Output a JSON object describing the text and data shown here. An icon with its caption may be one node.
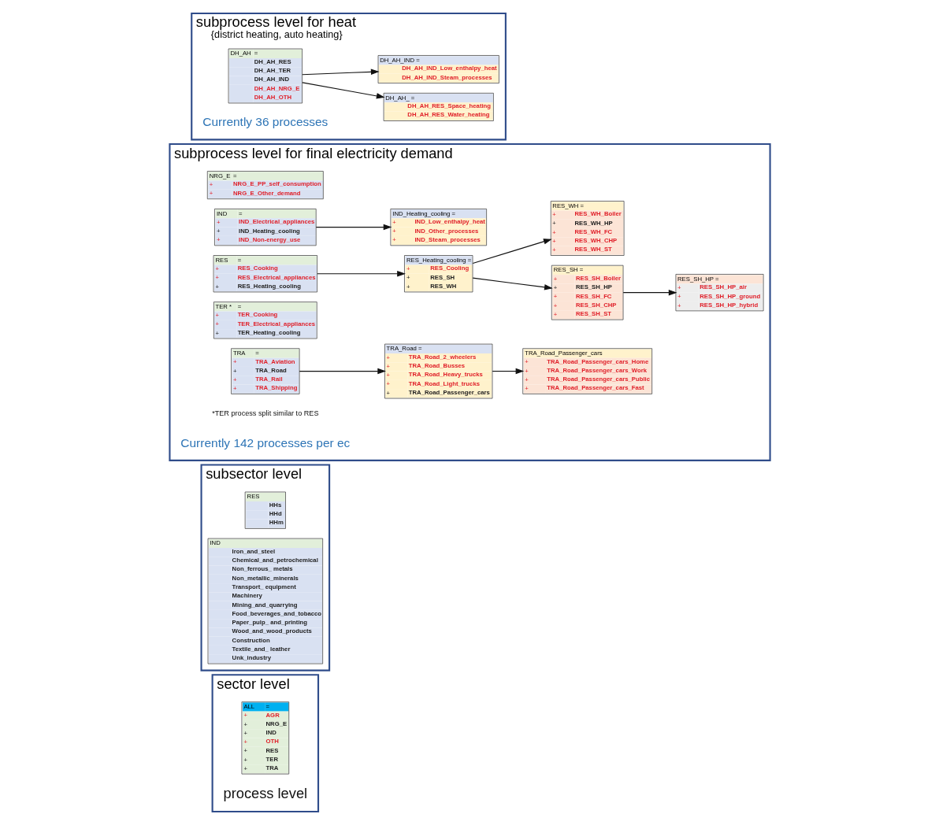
{
  "diagram": {
    "nodes": [
      {
        "text": [
          "sector level"
        ]
      },
      {
        "text": [
          "ALL",
          "=",
          "+",
          "AGR",
          "+",
          "NRG_E",
          "+",
          "IND",
          "+",
          "OTH",
          "+",
          "RES",
          "+",
          "TER",
          "+",
          "TRA"
        ],
        "in": 0
      },
      {
        "text": [
          "subsector level"
        ]
      },
      {
        "text": [
          "RES",
          "HHs",
          "HHd",
          "HHm"
        ],
        "in": 2
      },
      {
        "text": [
          "IND",
          "Iron_and_steel",
          "Chemical_and_petrochemical",
          "Non_ferrous_ metals",
          "Non_metallic_minerals",
          "Transport_ equipment",
          "Machinery",
          "Mining_and_quarrying",
          "Food_beverages_and_tobacco",
          "Paper_pulp_ and_printing",
          "Wood_and_wood_products",
          "Construction",
          "Textile_and_ leather",
          "Unk_industry"
        ],
        "in": 2
      },
      {
        "text": [
          "subprocess level for final electricity demand"
        ]
      },
      {
        "text": [
          "NRG_E",
          "=",
          "+",
          "NRG_E_PP_self_consumption",
          "+",
          "NRG_E_Other_demand"
        ],
        "in": 5
      },
      {
        "text": [
          "IND",
          "=",
          "+",
          "IND_Electrical_appliances",
          "+",
          "IND_Heating_cooling",
          "+",
          "IND_Non-energy_use"
        ],
        "in": 5
      },
      {
        "text": [
          "RES",
          "=",
          "+",
          "RES_Cooking",
          "+",
          "RES_Electrical_appliances",
          "+",
          "RES_Heating_cooling"
        ],
        "in": 5
      },
      {
        "text": [
          "TER *",
          "=",
          "+",
          "TER_Cooking",
          "+",
          "TER_Electrical_appliances",
          "+",
          "TER_Heating_cooling"
        ],
        "in": 5
      },
      {
        "text": [
          "TRA",
          "=",
          "+",
          "TRA_Aviation",
          "+",
          "TRA_Road",
          "+",
          "TRA_Rail",
          "+",
          "TRA_Shipping"
        ],
        "in": 5
      },
      {
        "text": [
          "IND_Heating_cooling =",
          "+",
          "IND_Low_enthalpy_heat",
          "+",
          "IND_Other_processes",
          "+",
          "IND_Steam_processes"
        ],
        "in": 5
      },
      {
        "text": [
          "RES_Heating_cooling =",
          "+",
          "RES_Cooling",
          "+",
          "RES_SH",
          "+",
          "RES_WH"
        ],
        "in": 5
      },
      {
        "text": [
          "TRA_Road =",
          "+",
          "TRA_Road_2_wheelers",
          "+",
          "TRA_Road_Busses",
          "+",
          "TRA_Road_Heavy_trucks",
          "+",
          "TRA_Road_Light_trucks",
          "+",
          "TRA_Road_Passenger_cars"
        ],
        "in": 5
      },
      {
        "text": [
          "RES_SH =",
          "+",
          "RES_SH_Boiler",
          "+",
          "RES_SH_HP",
          "+",
          "RES_SH_FC",
          "+",
          "RES_SH_CHP",
          "+",
          "RES_SH_ST"
        ],
        "in": 5
      },
      {
        "text": [
          "RES_WH =",
          "+",
          "RES_WH_Boiler",
          "+",
          "RES_WH_HP",
          "+",
          "RES_WH_FC",
          "+",
          "RES_WH_CHP",
          "+",
          "RES_WH_ST"
        ],
        "in": 5
      },
      {
        "text": [
          "RES_SH_HP =",
          "+",
          "RES_SH_HP_air",
          "+",
          "RES_SH_HP_ground",
          "+",
          "RES_SH_HP_hybrid"
        ],
        "in": 5
      },
      {
        "text": [
          "TRA_Road_Passenger_cars",
          "+",
          "TRA_Road_Passenger_cars_Home",
          "+",
          "TRA_Road_Passenger_cars_Work",
          "+",
          "TRA_Road_Passenger_cars_Public",
          "+",
          "TRA_Road_Passenger_cars_Fast"
        ],
        "in": 5
      },
      {
        "text": [
          "subprocess level for heat",
          "{district heating, auto heating}"
        ]
      },
      {
        "text": [
          "DH_AH",
          "=",
          "DH_AH_RES",
          "DH_AH_TER",
          "DH_AH_IND",
          "DH_AH_NRG_E",
          "DH_AH_OTH"
        ],
        "in": 18
      },
      {
        "text": [
          "DH_AH_ =",
          "DH_AH_RES_Space_heating",
          "DH_AH_RES_Water_heating"
        ],
        "in": 18
      },
      {
        "text": [
          "DH_AH_IND =",
          "DH_AH_IND_Low_enthalpy_heat",
          "DH_AH_IND_Steam_processes"
        ],
        "in": 18
      }
    ],
    "edges": [
      {
        "from": 7,
        "to": 11,
        "arrow": "to"
      },
      {
        "from": 8,
        "to": 12,
        "arrow": "to"
      },
      {
        "from": 10,
        "to": 13,
        "arrow": "to"
      },
      {
        "from": 12,
        "to": 14,
        "arrow": "to"
      },
      {
        "from": 12,
        "to": 15,
        "arrow": "to"
      },
      {
        "from": 14,
        "to": 16,
        "arrow": "to"
      },
      {
        "from": 13,
        "to": 17,
        "arrow": "to"
      },
      {
        "from": 19,
        "to": 20,
        "arrow": "to"
      },
      {
        "from": 19,
        "to": 21,
        "arrow": "to"
      }
    ],
    "labels": [
      "process level",
      "*TER process split similar to RES",
      "Currently 142 processes per ec",
      "Currently 36 processes"
    ]
  }
}
